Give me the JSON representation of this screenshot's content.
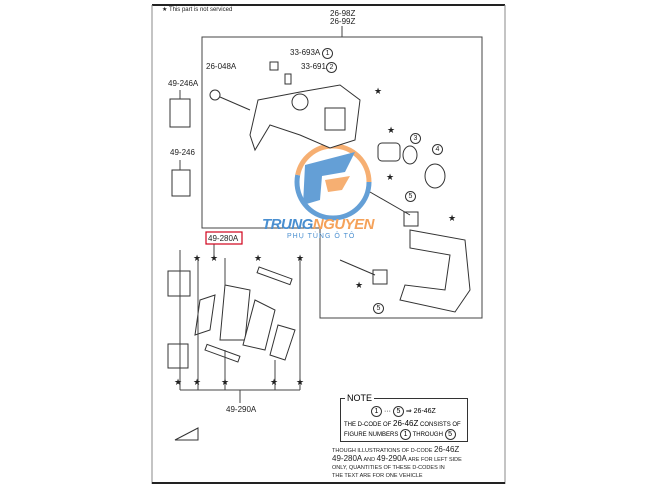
{
  "legend": {
    "star_note": "This part is not serviced"
  },
  "labels": {
    "assembly_1": "26-98Z",
    "assembly_2": "26-99Z",
    "p_33693A": "33-693A",
    "p_33691": "33-691",
    "p_26048A": "26-048A",
    "p_49246A": "49-246A",
    "p_49246": "49-246",
    "p_49280A": "49-280A",
    "p_49290A": "49-290A",
    "n1": "1",
    "n2": "2",
    "n3": "3",
    "n4": "4",
    "n5": "5"
  },
  "note": {
    "title": "NOTE",
    "line1_from": "1",
    "line1_to": "5",
    "line1_code": "26-46Z",
    "line2_a": "THE D-CODE OF",
    "line2_code": "26-46Z",
    "line2_b": "CONSISTS OF",
    "line3_a": "FIGURE NUMBERS",
    "line3_from": "1",
    "line3_b": "THROUGH",
    "line3_to": "5",
    "footer_1": "THOUGH ILLUSTRATIONS OF D-CODE",
    "footer_code": "26-46Z",
    "footer_2a": "49-280A",
    "footer_2b": "AND",
    "footer_2c": "49-290A",
    "footer_2d": "ARE FOR LEFT SIDE",
    "footer_3": "ONLY, QUANTITIES OF THESE D-CODES IN",
    "footer_4": "THE TEXT ARE FOR ONE VEHICLE"
  },
  "watermark": {
    "brand_a": "TRUNG",
    "brand_b": "NGUYEN",
    "tagline": "PHỤ TÙNG Ô TÔ"
  },
  "colors": {
    "highlight": "#d0021b",
    "logo_blue": "#4a8fd0",
    "logo_orange": "#f5a25a"
  }
}
